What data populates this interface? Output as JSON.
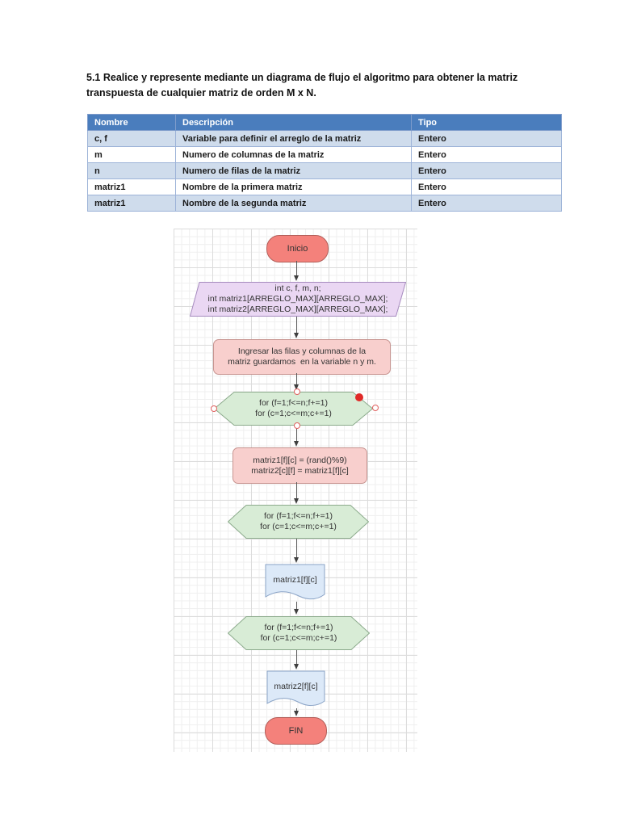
{
  "title": {
    "lines": [
      "5.1 Realice y represente mediante un diagrama de flujo el algoritmo para obtener la matriz",
      "transpuesta de cualquier matriz de orden M x N."
    ]
  },
  "table": {
    "headers": [
      "Nombre",
      "Descripción",
      "Tipo"
    ],
    "rows": [
      [
        "c, f",
        "Variable para definir el arreglo de la matriz",
        "Entero"
      ],
      [
        "m",
        "Numero de columnas de la matriz",
        "Entero"
      ],
      [
        "n",
        "Numero de filas de la matriz",
        "Entero"
      ],
      [
        "matriz1",
        "Nombre de la primera matriz",
        "Entero"
      ],
      [
        "matriz1",
        "Nombre de la segunda matriz",
        "Entero"
      ]
    ]
  },
  "flowchart": {
    "start_label": "Inicio",
    "end_label": "FIN",
    "declaration": {
      "lines": [
        "int c, f, m, n;",
        "int matriz1[ARREGLO_MAX][ARREGLO_MAX];",
        "int matriz2[ARREGLO_MAX][ARREGLO_MAX];"
      ]
    },
    "input": {
      "lines": [
        "Ingresar las filas y columnas de la",
        "matriz guardamos  en la variable n y m."
      ]
    },
    "loops": [
      {
        "lines": [
          "for (f=1;f<=n;f+=1)",
          "for (c=1;c<=m;c+=1)"
        ]
      },
      {
        "lines": [
          "for (f=1;f<=n;f+=1)",
          "for (c=1;c<=m;c+=1)"
        ]
      },
      {
        "lines": [
          "for (f=1;f<=n;f+=1)",
          "for (c=1;c<=m;c+=1)"
        ]
      }
    ],
    "process": {
      "lines": [
        "matriz1[f][c] = (rand()%9)",
        "matriz2[c][f] = matriz1[f][c]"
      ]
    },
    "output1_label": "matriz1[f][c]",
    "output2_label": "matriz2[f][c]"
  },
  "colors": {
    "table_header_bg": "#4a7dbd",
    "table_row_alt_bg": "#cfdcec",
    "terminator_fill": "#f4817b",
    "declaration_fill": "#ead7f3",
    "io_fill": "#f8cfcd",
    "loop_fill": "#d8ecd6",
    "document_fill": "#dce9f8",
    "selection_handle": "#e0605f"
  }
}
